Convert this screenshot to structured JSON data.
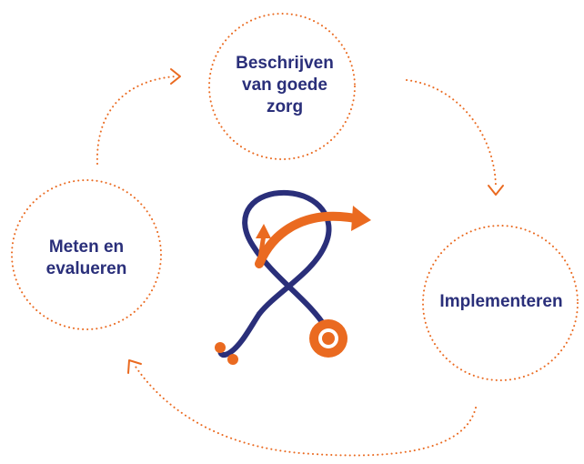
{
  "diagram": {
    "colors": {
      "navy": "#2a2f7a",
      "orange": "#ea6a20",
      "white": "#ffffff"
    },
    "nodes": {
      "describe": {
        "label": "Beschrijven\nvan goede\nzorg"
      },
      "implement": {
        "label": "Implementeren"
      },
      "measure": {
        "label": "Meten en\nevalueren"
      }
    },
    "center_icon": "stethoscope-with-checkmark-icon"
  }
}
